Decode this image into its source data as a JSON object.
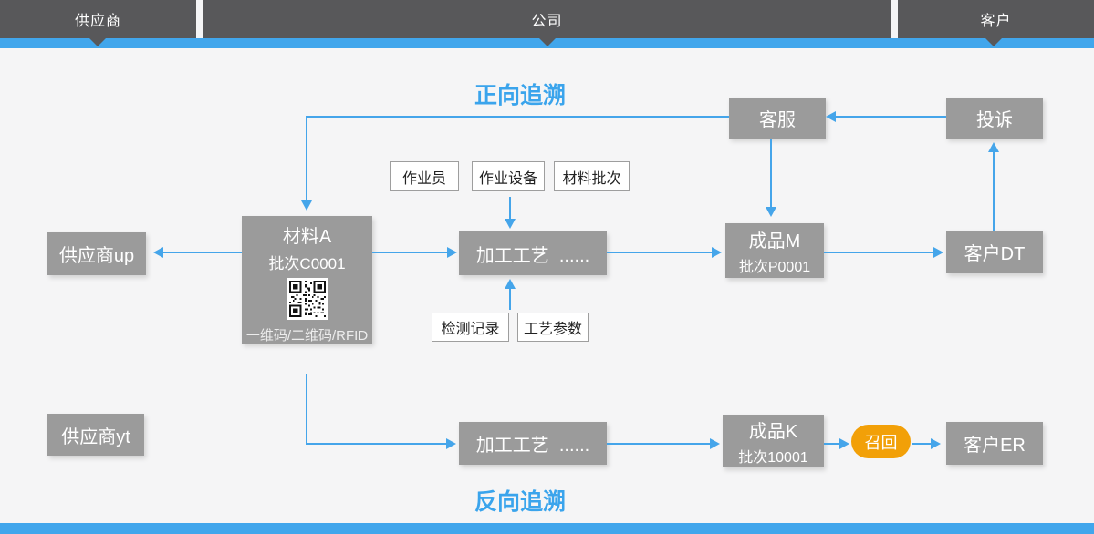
{
  "topbar": {
    "segments": [
      "供应商",
      "公司",
      "客户"
    ]
  },
  "titles": {
    "forward": "正向追溯",
    "backward": "反向追溯"
  },
  "nodes": {
    "customer_service": "客服",
    "complaint": "投诉",
    "supplier_up": "供应商up",
    "supplier_yt": "供应商yt",
    "material_a": {
      "name": "材料A",
      "batch": "批次C0001",
      "caption": "一维码/二维码/RFID"
    },
    "process_top": "加工工艺  ......",
    "process_bottom": "加工工艺  ......",
    "product_m": {
      "name": "成品M",
      "batch": "批次P0001"
    },
    "product_k": {
      "name": "成品K",
      "batch": "批次10001"
    },
    "recall": "召回",
    "customer_dt": "客户DT",
    "customer_er": "客户ER"
  },
  "tags": {
    "operator": "作业员",
    "equipment": "作业设备",
    "material_batch": "材料批次",
    "inspection_record": "检测记录",
    "process_parameter": "工艺参数"
  },
  "colors": {
    "bar_dark": "#58585a",
    "bar_blue": "#41a6ec",
    "node_gray": "#9b9b9b",
    "arrow_blue": "#45a5ea",
    "title_blue": "#3aa4ec",
    "recall_orange": "#f2a008",
    "bg": "#f5f5f6"
  }
}
